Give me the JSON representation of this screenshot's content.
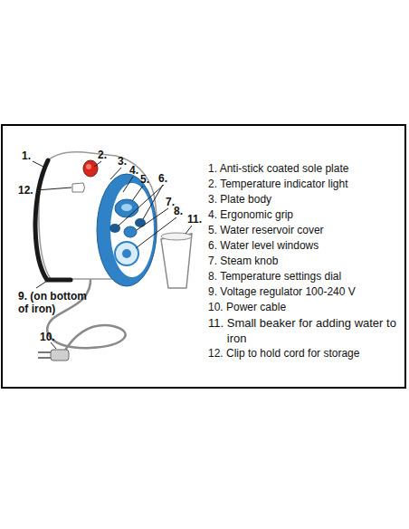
{
  "diagram": {
    "labels": [
      "1.",
      "2.",
      "12.",
      "3.",
      "4.",
      "5.",
      "6.",
      "7.",
      "8.",
      "11.",
      "9. (on bottom of iron)",
      "10.",
      "1. Anti-stick coated sole plate",
      "2. Temperature indicator light",
      "3. Plate body",
      "4. Ergonomic grip",
      "5. Water reservoir cover",
      "6. Water level windows",
      "7. Steam knob",
      "8. Temperature settings dial",
      "9. Voltage regulator 100-240 V",
      "10. Power cable",
      "11. Small beaker for adding water to iron",
      "12. Clip to hold cord for storage"
    ]
  }
}
